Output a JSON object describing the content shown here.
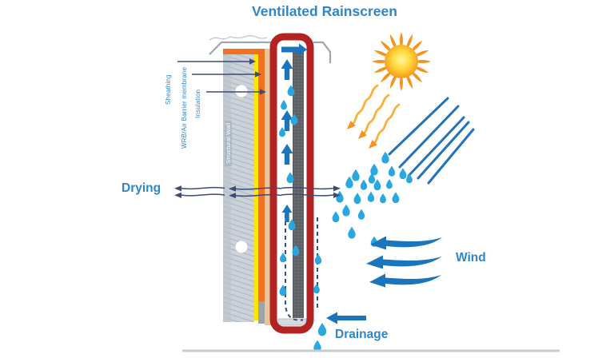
{
  "title": "Ventilated Rainscreen",
  "wall_layers": {
    "sheathing_label": "Sheathing",
    "wrb_label": "WRB/Air Barrier membrane",
    "insulation_label": "Insulation",
    "structural_wall_label": "Structural Wall"
  },
  "annotations": {
    "drying_label": "Drying",
    "wind_label": "Wind",
    "drainage_label": "Drainage"
  },
  "colors": {
    "label_blue": "#2E86C8",
    "flow_arrow_blue": "#1B75BC",
    "raindrop_blue": "#29A8E0",
    "rain_streak_blue": "#2272B8",
    "leader_navy": "#3E4B74",
    "cavity_outline_red": "#B42323",
    "sheathing_orange": "#F36F21",
    "wrb_yellow": "#FFE600",
    "insulation_tan": "#E5C79B",
    "wall_gray": "#CBD2D9",
    "cladding_gray": "#5F6368",
    "sun_orange": "#F6921E",
    "sun_yellow": "#FFD93B"
  },
  "icons": {
    "sun": "sun-icon",
    "heat_waves": "heat-wave-arrow-icon",
    "rain": "raindrop-icon",
    "wind": "wind-arrow-icon",
    "airflow_up": "up-airflow-arrow-icon",
    "vent_exit": "vent-exit-arrow-icon",
    "drainage": "drainage-arrow-icon",
    "drying": "drying-arrow-icon"
  }
}
